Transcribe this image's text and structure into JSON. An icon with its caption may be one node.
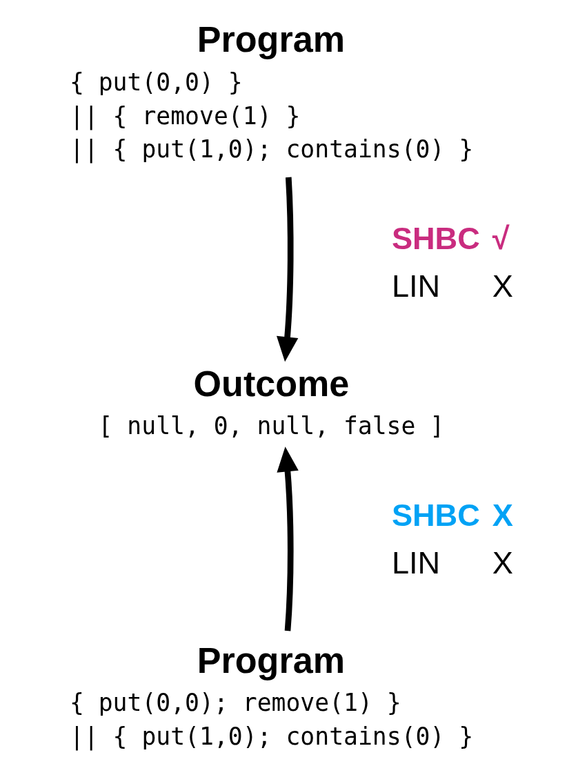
{
  "diagram": {
    "nodes": [
      {
        "text": [
          "Program",
          "{ put(0,0) }",
          "|| { remove(1) }",
          "|| { put(1,0); contains(0) }"
        ]
      },
      {
        "text": [
          "Outcome",
          "[ null, 0, null, false ]"
        ]
      },
      {
        "text": [
          "Program",
          "{ put(0,0); remove(1) }",
          "|| { put(1,0); contains(0) }"
        ]
      }
    ],
    "edges": [
      {
        "from": 0,
        "to": 1,
        "arrow": "to"
      },
      {
        "from": 2,
        "to": 1,
        "arrow": "to"
      }
    ],
    "labels": [
      "SHBC",
      "√",
      "LIN",
      "X",
      "SHBC",
      "X",
      "LIN",
      "X"
    ]
  }
}
